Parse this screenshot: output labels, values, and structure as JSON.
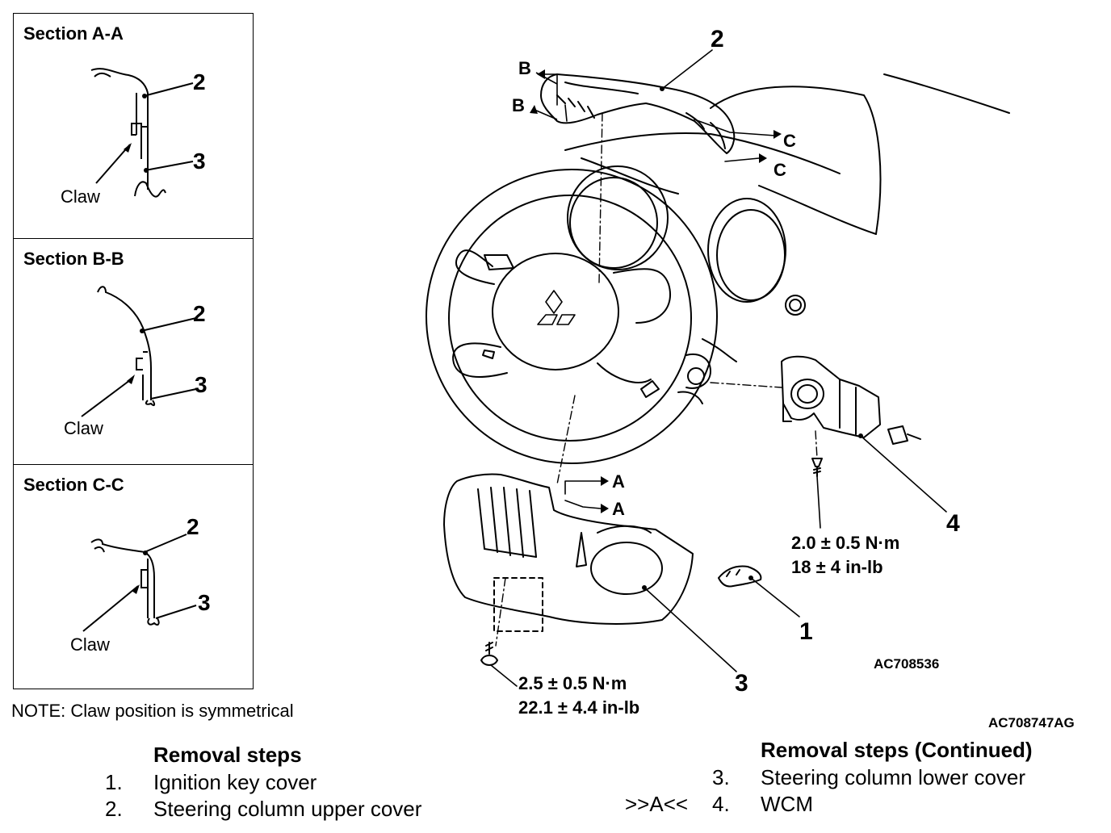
{
  "sections": [
    {
      "title": "Section A-A",
      "part_top": "2",
      "part_bottom": "3",
      "claw_label": "Claw"
    },
    {
      "title": "Section B-B",
      "part_top": "2",
      "part_bottom": "3",
      "claw_label": "Claw"
    },
    {
      "title": "Section C-C",
      "part_top": "2",
      "part_bottom": "3",
      "claw_label": "Claw"
    }
  ],
  "note": "NOTE: Claw position is symmetrical",
  "illustration": {
    "callouts": {
      "p1": "1",
      "p2": "2",
      "p3": "3",
      "p4": "4"
    },
    "section_marks": {
      "a": "A",
      "b": "B",
      "c": "C"
    },
    "inner_id": "AC708536",
    "figure_id": "AC708747AG"
  },
  "torques": {
    "lower_cover_screw": {
      "nm": "2.5 ± 0.5 N·m",
      "inlb": "22.1 ± 4.4 in-lb"
    },
    "wcm_screw": {
      "nm": "2.0 ± 0.5 N·m",
      "inlb": "18 ± 4 in-lb"
    }
  },
  "removal_steps": {
    "title": "Removal steps",
    "items": [
      {
        "num": "1.",
        "text": "Ignition key cover"
      },
      {
        "num": "2.",
        "text": "Steering column upper cover"
      }
    ]
  },
  "removal_steps_continued": {
    "title": "Removal steps (Continued)",
    "items": [
      {
        "marker": "",
        "num": "3.",
        "text": "Steering column lower cover"
      },
      {
        "marker": ">>A<<",
        "num": "4.",
        "text": "WCM"
      }
    ]
  }
}
